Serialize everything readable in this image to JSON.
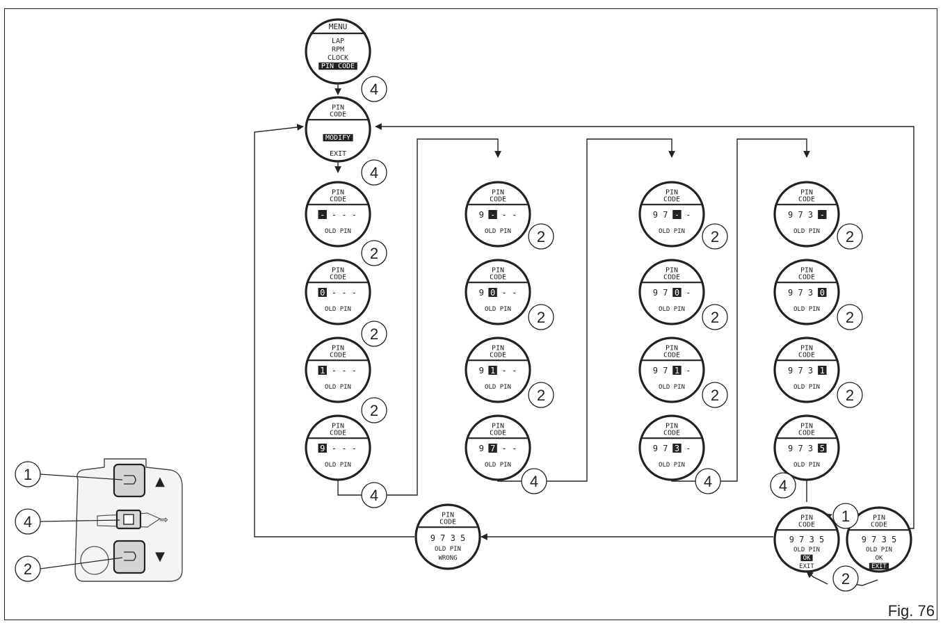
{
  "figure_label": "Fig. 76",
  "menu_screen": {
    "title": "MENU",
    "items": [
      "LAP",
      "RPM",
      "CLOCK"
    ],
    "selected": "PIN CODE"
  },
  "pin_header": [
    "PIN",
    "CODE"
  ],
  "pin_menu_screen": {
    "selected": "MODIFY",
    "other": "EXIT"
  },
  "old_pin_label": "OLD PIN",
  "columns": [
    {
      "prefix": "",
      "digits": [
        "-",
        "0",
        "1",
        "9"
      ],
      "suffix": "- - -"
    },
    {
      "prefix": "9",
      "digits": [
        "-",
        "0",
        "1",
        "7"
      ],
      "suffix": "- -"
    },
    {
      "prefix": "9 7",
      "digits": [
        "-",
        "0",
        "1",
        "3"
      ],
      "suffix": "-"
    },
    {
      "prefix": "9 7 3",
      "digits": [
        "-",
        "0",
        "1",
        "5"
      ],
      "suffix": ""
    }
  ],
  "confirm_screens": [
    {
      "pin": "9 7 3 5",
      "label": "OLD PIN",
      "opt1": "OK",
      "opt2": "EXIT",
      "selected": "OK"
    },
    {
      "pin": "9 7 3 5",
      "label": "OLD PIN",
      "opt1": "OK",
      "opt2": "EXIT",
      "selected": "EXIT"
    }
  ],
  "wrong_screen": {
    "pin": "9 7 3 5",
    "label": "OLD PIN",
    "status": "WRONG"
  },
  "buttons": [
    {
      "number": "1",
      "symbol": "▲"
    },
    {
      "number": "4",
      "symbol": "⇨"
    },
    {
      "number": "2",
      "symbol": "▼"
    }
  ]
}
